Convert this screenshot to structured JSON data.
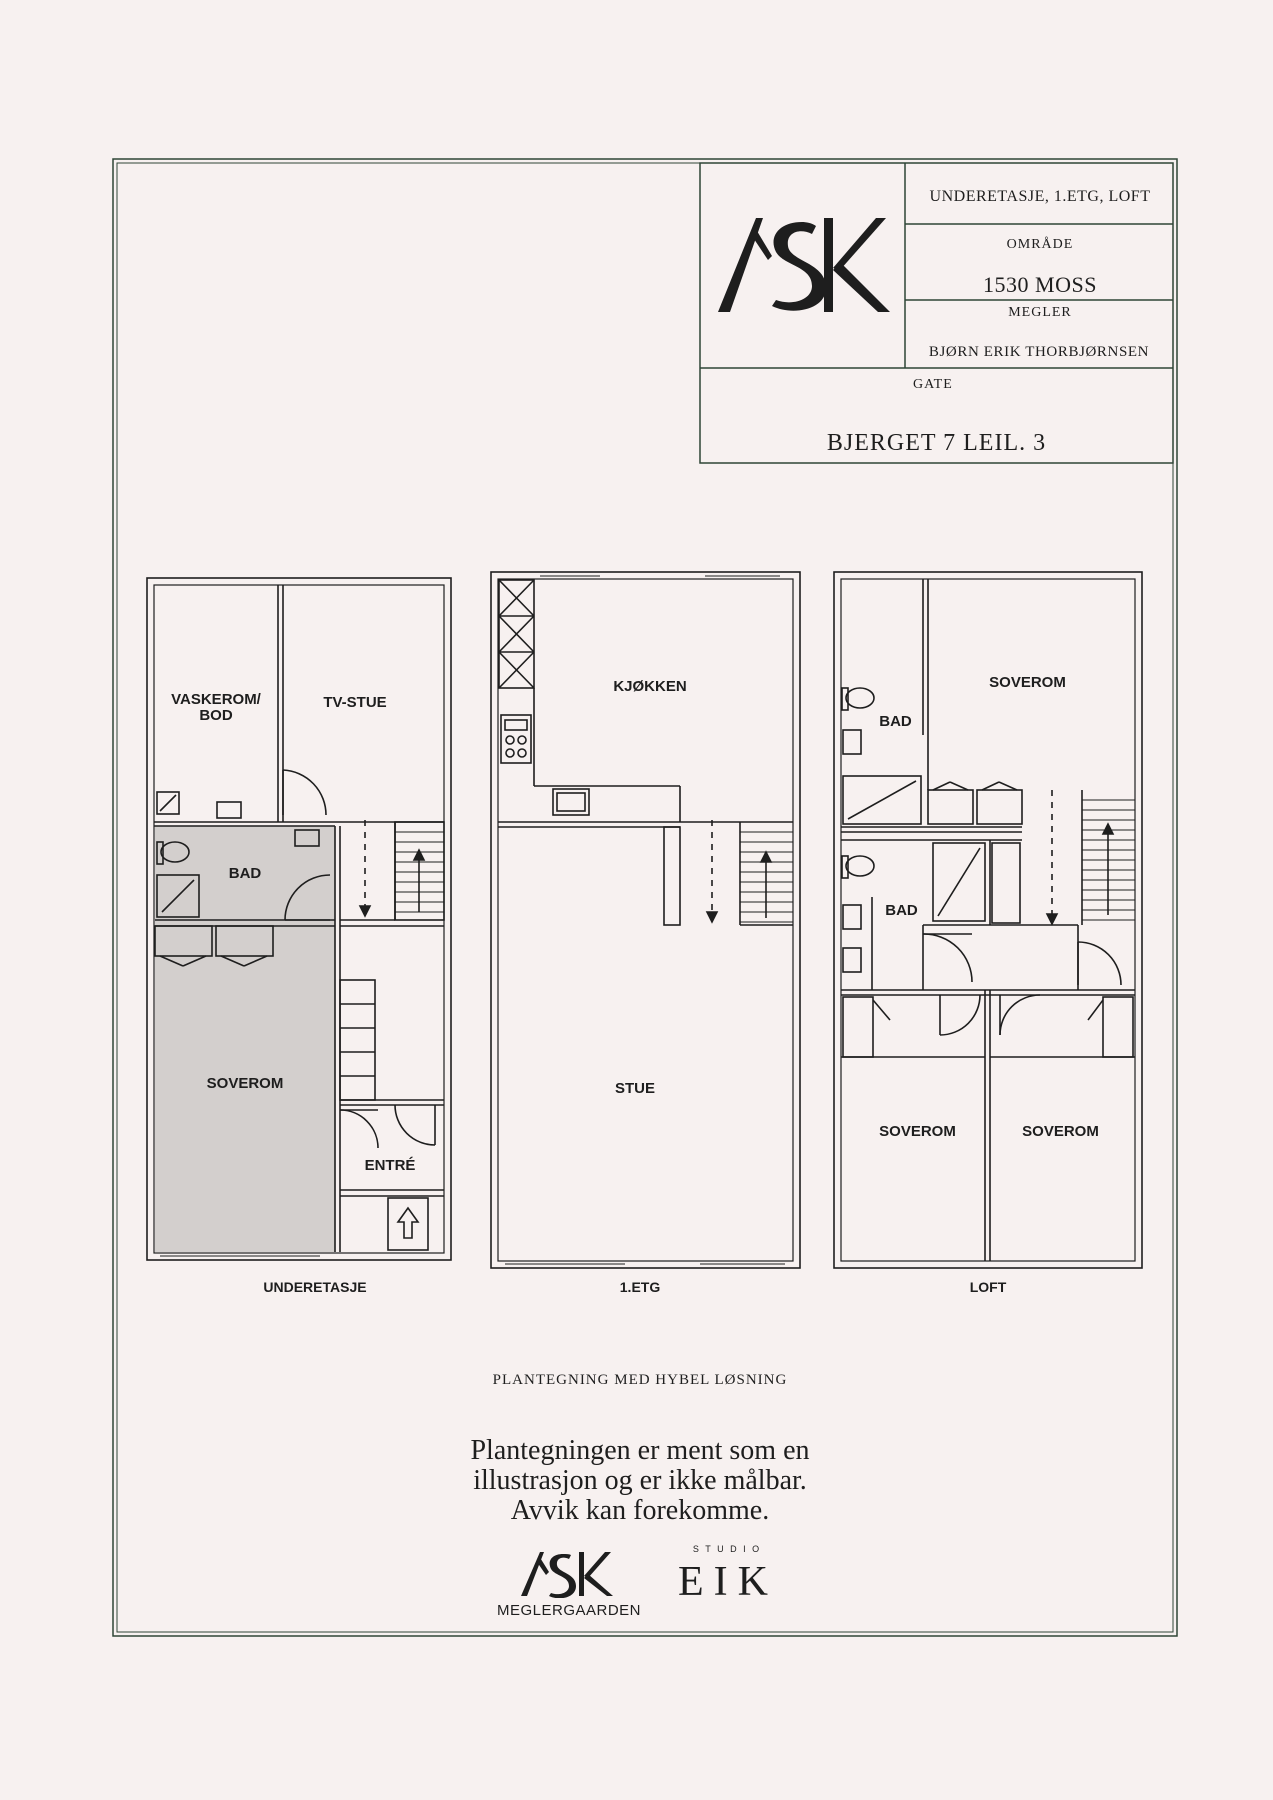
{
  "header": {
    "levels": "UNDERETASJE, 1.ETG, LOFT",
    "area_label": "OMRÅDE",
    "area_value": "1530 MOSS",
    "broker_label": "MEGLER",
    "broker_value": "BJØRN ERIK THORBJØRNSEN",
    "street_label": "GATE",
    "street_value": "BJERGET 7 LEIL. 3",
    "logo_text": "ASK"
  },
  "plans": {
    "underetasje": {
      "label": "UNDERETASJE",
      "rooms": {
        "vaskerom": "VASKEROM/\nBOD",
        "tvstue": "TV-STUE",
        "bad": "BAD",
        "soverom": "SOVEROM",
        "entre": "ENTRÉ"
      }
    },
    "etg1": {
      "label": "1.ETG",
      "rooms": {
        "kjokken": "KJØKKEN",
        "stue": "STUE"
      }
    },
    "loft": {
      "label": "LOFT",
      "rooms": {
        "bad1": "BAD",
        "soverom1": "SOVEROM",
        "bad2": "BAD",
        "soverom2": "SOVEROM",
        "soverom3": "SOVEROM"
      }
    }
  },
  "caption": "PLANTEGNING MED HYBEL LØSNING",
  "disclaimer": [
    "Plantegningen er ment som en",
    "illustrasjon og er ikke målbar.",
    "Avvik kan forekomme."
  ],
  "footer": {
    "logo_text": "ASK",
    "logo_sub": "MEGLERGAARDEN",
    "studio_label": "S T U D I O",
    "studio_name": "EIK"
  },
  "colors": {
    "background": "#f7f1f0",
    "line": "#1e1e1e",
    "frame": "#2f4536",
    "highlight": "#d3cfcd"
  }
}
